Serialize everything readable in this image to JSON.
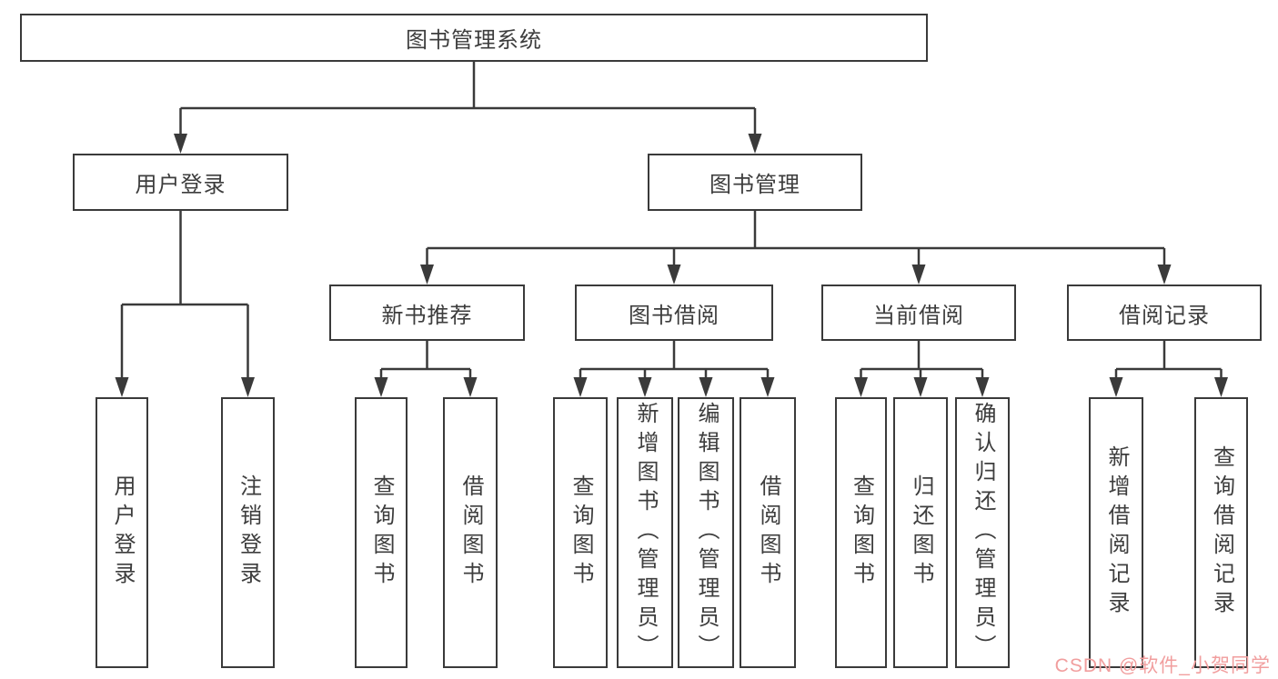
{
  "nodes": {
    "root": {
      "label": "图书管理系统"
    },
    "user_login": {
      "label": "用户登录"
    },
    "book_management": {
      "label": "图书管理"
    },
    "new_book_recommend": {
      "label": "新书推荐"
    },
    "book_borrowing": {
      "label": "图书借阅"
    },
    "current_borrowing": {
      "label": "当前借阅"
    },
    "borrowing_records": {
      "label": "借阅记录"
    },
    "leaf_user_login": {
      "label": "用户登录"
    },
    "leaf_logout": {
      "label": "注销登录"
    },
    "leaf_query_book_1": {
      "label": "查询图书"
    },
    "leaf_borrow_book_1": {
      "label": "借阅图书"
    },
    "leaf_query_book_2": {
      "label": "查询图书"
    },
    "leaf_add_book": {
      "label": "新增图书（管理员）"
    },
    "leaf_edit_book": {
      "label": "编辑图书（管理员）"
    },
    "leaf_borrow_book_2": {
      "label": "借阅图书"
    },
    "leaf_query_book_3": {
      "label": "查询图书"
    },
    "leaf_return_book": {
      "label": "归还图书"
    },
    "leaf_confirm_return": {
      "label": "确认归还（管理员）"
    },
    "leaf_add_record": {
      "label": "新增借阅记录"
    },
    "leaf_query_record": {
      "label": "查询借阅记录"
    }
  },
  "edges": [
    {
      "parent": "root",
      "children": [
        "user_login",
        "book_management"
      ]
    },
    {
      "parent": "user_login",
      "children": [
        "leaf_user_login",
        "leaf_logout"
      ]
    },
    {
      "parent": "book_management",
      "children": [
        "new_book_recommend",
        "book_borrowing",
        "current_borrowing",
        "borrowing_records"
      ]
    },
    {
      "parent": "new_book_recommend",
      "children": [
        "leaf_query_book_1",
        "leaf_borrow_book_1"
      ]
    },
    {
      "parent": "book_borrowing",
      "children": [
        "leaf_query_book_2",
        "leaf_add_book",
        "leaf_edit_book",
        "leaf_borrow_book_2"
      ]
    },
    {
      "parent": "current_borrowing",
      "children": [
        "leaf_query_book_3",
        "leaf_return_book",
        "leaf_confirm_return"
      ]
    },
    {
      "parent": "borrowing_records",
      "children": [
        "leaf_add_record",
        "leaf_query_record"
      ]
    }
  ],
  "watermark": {
    "text": "CSDN @软件_小贺同学",
    "color": "#f19e9e"
  },
  "colors": {
    "line": "#3a3a3a",
    "border": "#3a3a3a",
    "text": "#3d3d3d",
    "background": "#ffffff"
  }
}
